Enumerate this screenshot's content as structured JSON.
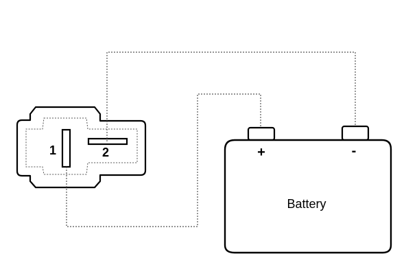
{
  "connector": {
    "terminal_1_label": "1",
    "terminal_2_label": "2"
  },
  "battery": {
    "label": "Battery",
    "positive_symbol": "+",
    "negative_symbol": "-"
  },
  "colors": {
    "outline": "#000000",
    "wire": "#555555",
    "background": "#ffffff"
  }
}
